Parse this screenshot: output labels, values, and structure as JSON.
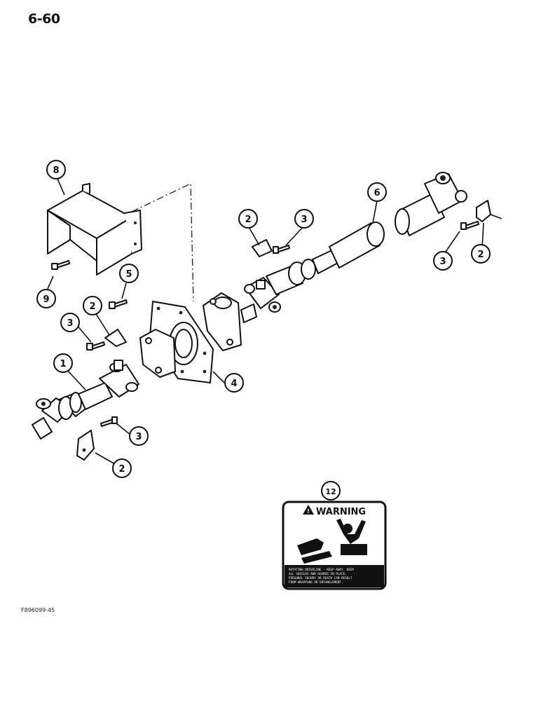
{
  "page": {
    "number": "6-60",
    "figure_code": "F896099-45"
  },
  "callouts": {
    "c1": "1",
    "c2a": "2",
    "c2b": "2",
    "c2c": "2",
    "c2d": "2",
    "c3a": "3",
    "c3b": "3",
    "c3c": "3",
    "c3d": "3",
    "c4": "4",
    "c5": "5",
    "c6": "6",
    "c8": "8",
    "c9": "9",
    "c12": "12"
  },
  "decal": {
    "heading": "WARNING",
    "lines": [
      "ROTATING DRIVELINE - KEEP AWAY. KEEP",
      "ALL SHIELDS AND GUARDS IN PLACE.",
      "PERSONAL INJURY OR DEATH CAN RESULT",
      "FROM WRAPPING OR ENTANGLEMENT."
    ]
  },
  "colors": {
    "ink": "#111111",
    "paper": "#ffffff"
  }
}
